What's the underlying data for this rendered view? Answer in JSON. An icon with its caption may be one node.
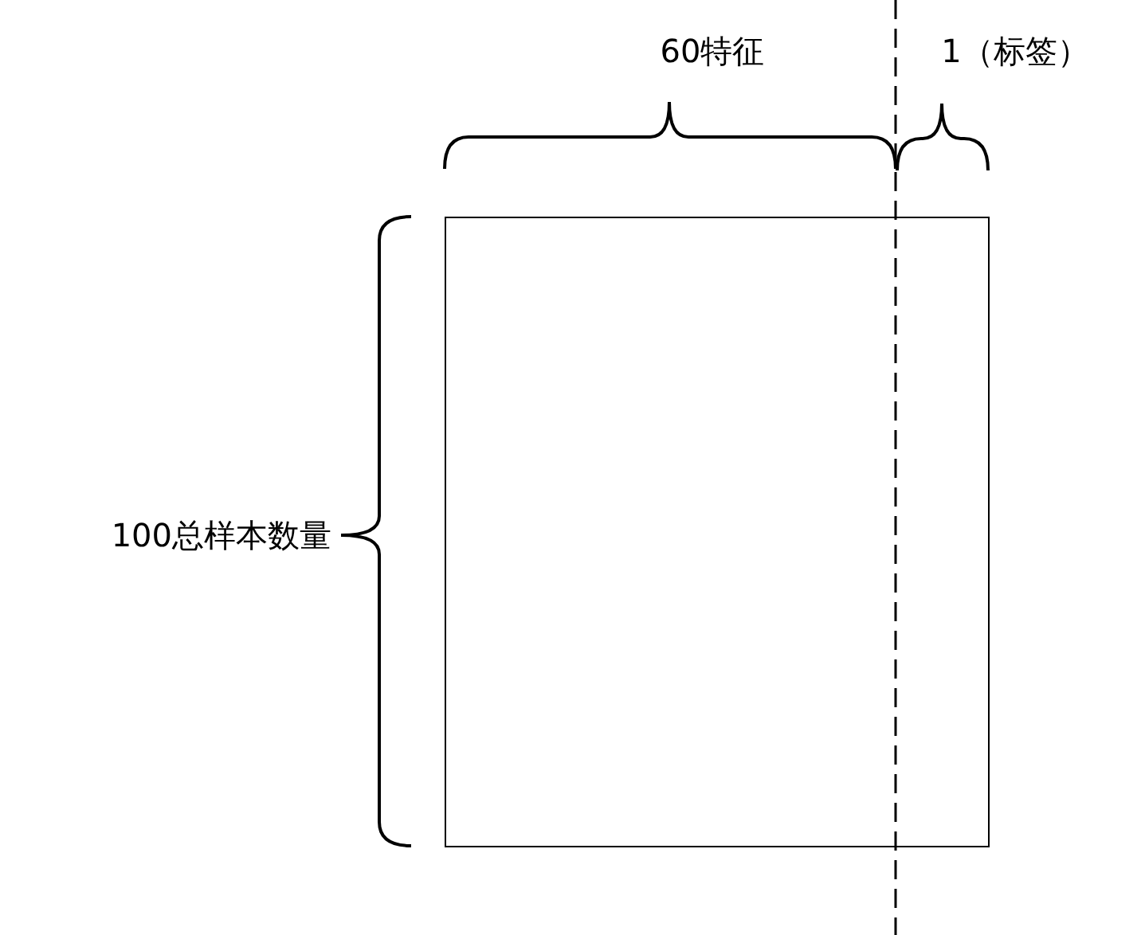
{
  "diagram": {
    "nodes": [
      {
        "text": [],
        "shape": "box"
      }
    ],
    "labels": [
      "60特征",
      "1（标签）",
      "100总样本数量"
    ]
  }
}
